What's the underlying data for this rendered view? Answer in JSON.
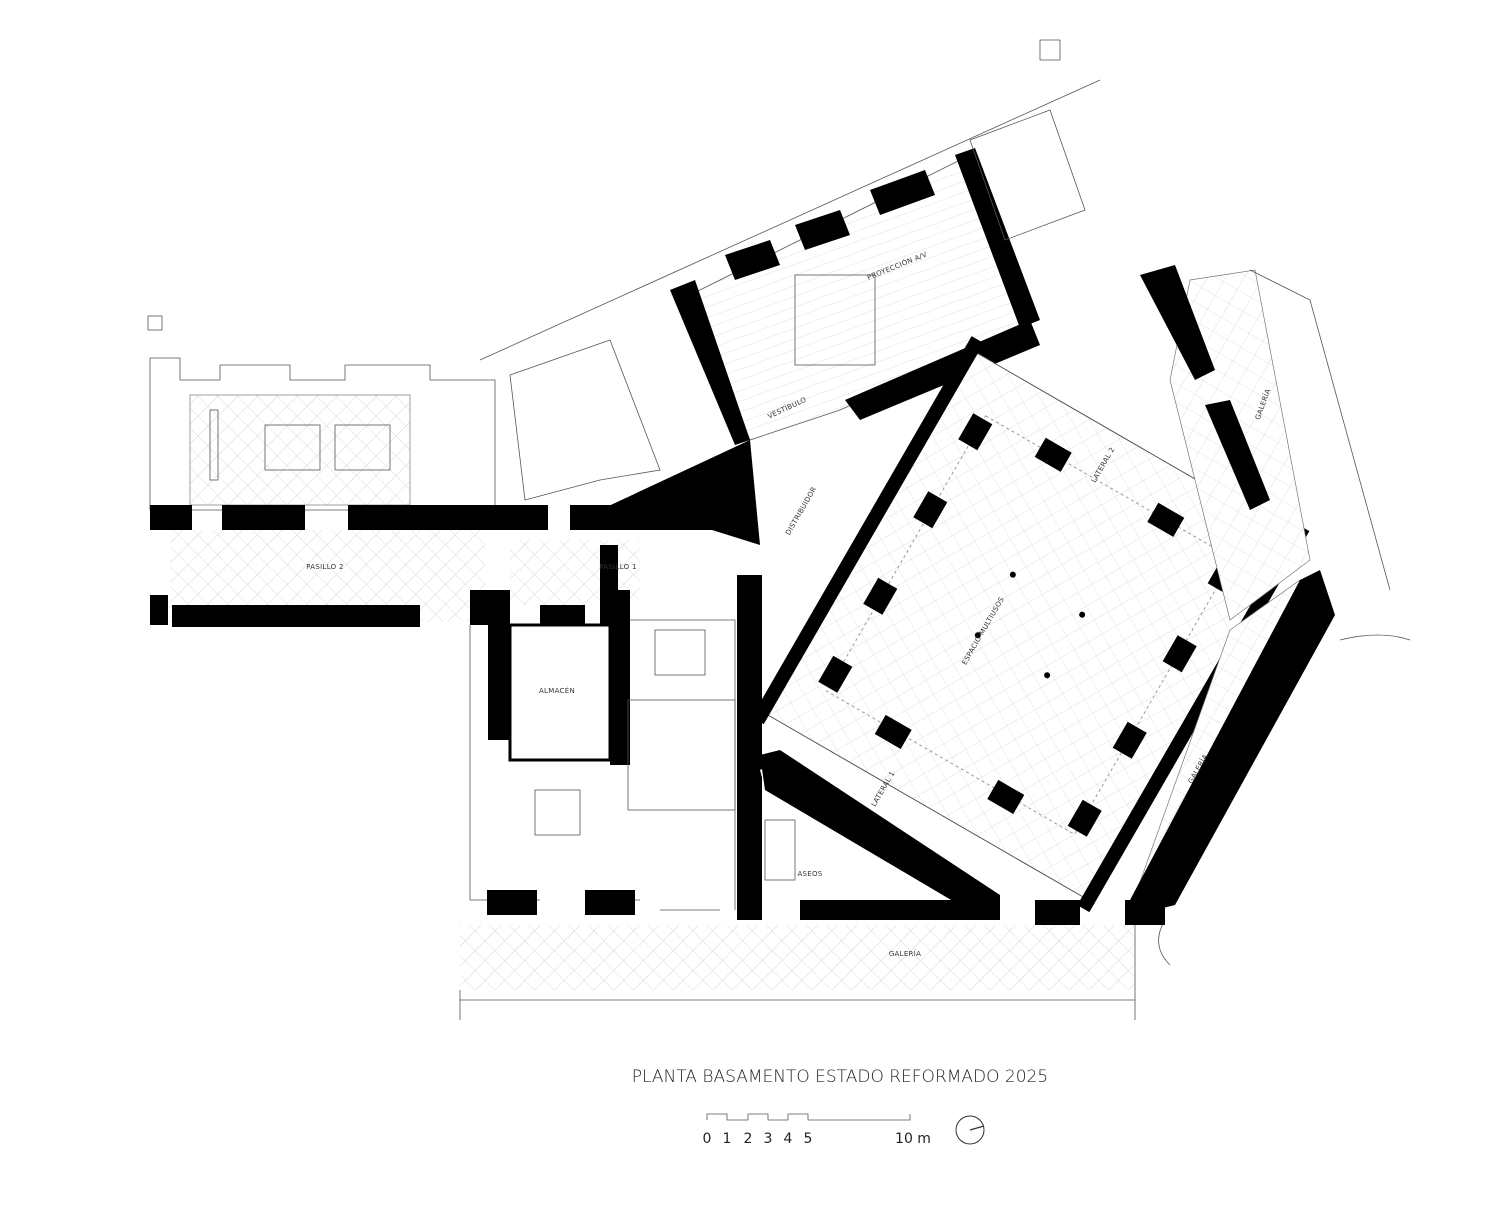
{
  "title": "PLANTA BASAMENTO ESTADO REFORMADO 2025",
  "rooms": {
    "proyeccion": "PROYECCIÓN A/V",
    "vestibulo": "VESTÍBULO",
    "distribuidor": "DISTRIBUIDOR",
    "lateral2": "LATERAL 2",
    "multiusos": "ESPACIO MULTIUSOS",
    "lateral1": "LATERAL 1",
    "galeria_ne": "GALERÍA",
    "galeria_e": "GALERÍA",
    "galeria_s": "GALERÍA",
    "pasillo2": "PASILLO 2",
    "pasillo1": "PASILLO 1",
    "almacen": "ALMACÉN",
    "aseos": "ASEOS"
  },
  "scale_bar": {
    "ticks": [
      "0",
      "1",
      "2",
      "3",
      "4",
      "5"
    ],
    "end_label": "10 m"
  },
  "north_icon": "north-arrow-circle"
}
